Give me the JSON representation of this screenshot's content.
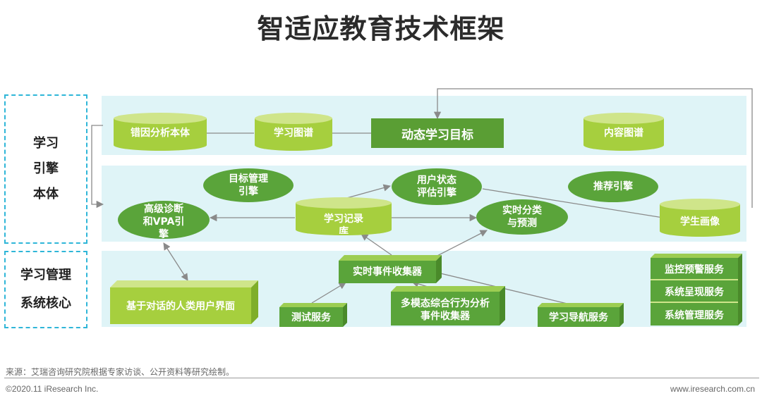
{
  "title": "智适应教育技术框架",
  "side_labels": {
    "engine": [
      "学习",
      "引擎",
      "本体"
    ],
    "core": [
      "学习管理",
      "系统核心"
    ]
  },
  "nodes": {
    "error_analysis": "错因分析本体",
    "learning_graph": "学习图谱",
    "dynamic_goal": "动态学习目标",
    "content_graph": "内容图谱",
    "goal_engine": [
      "目标管理",
      "引擎"
    ],
    "user_state": [
      "用户状态",
      "评估引擎"
    ],
    "recommend_engine": "推荐引擎",
    "advanced_diagnosis": [
      "高级诊断",
      "和VPA引",
      "擎"
    ],
    "learning_record": [
      "学习记录",
      "库"
    ],
    "realtime_classify": [
      "实时分类",
      "与预测"
    ],
    "student_profile": "学生画像",
    "event_collector": "实时事件收集器",
    "dialogue_ui": "基于对话的人类用户界面",
    "test_service": "测试服务",
    "multimodal": [
      "多模态综合行为分析",
      "事件收集器"
    ],
    "nav_service": "学习导航服务",
    "monitor_service": "监控预警服务",
    "present_service": "系统呈现服务",
    "manage_service": "系统管理服务"
  },
  "colors": {
    "green_light": "#a6cf3e",
    "green_top": "#cfe58a",
    "green_ellipse": "#5aa43a",
    "green_rect": "#5a9e34",
    "band": "#dff4f7",
    "border": "#2fb6d8"
  },
  "footer": {
    "source": "来源：艾瑞咨询研究院根据专家访谈、公开资料等研究绘制。",
    "copyright": "©2020.11 iResearch Inc.",
    "website": "www.iresearch.com.cn"
  }
}
